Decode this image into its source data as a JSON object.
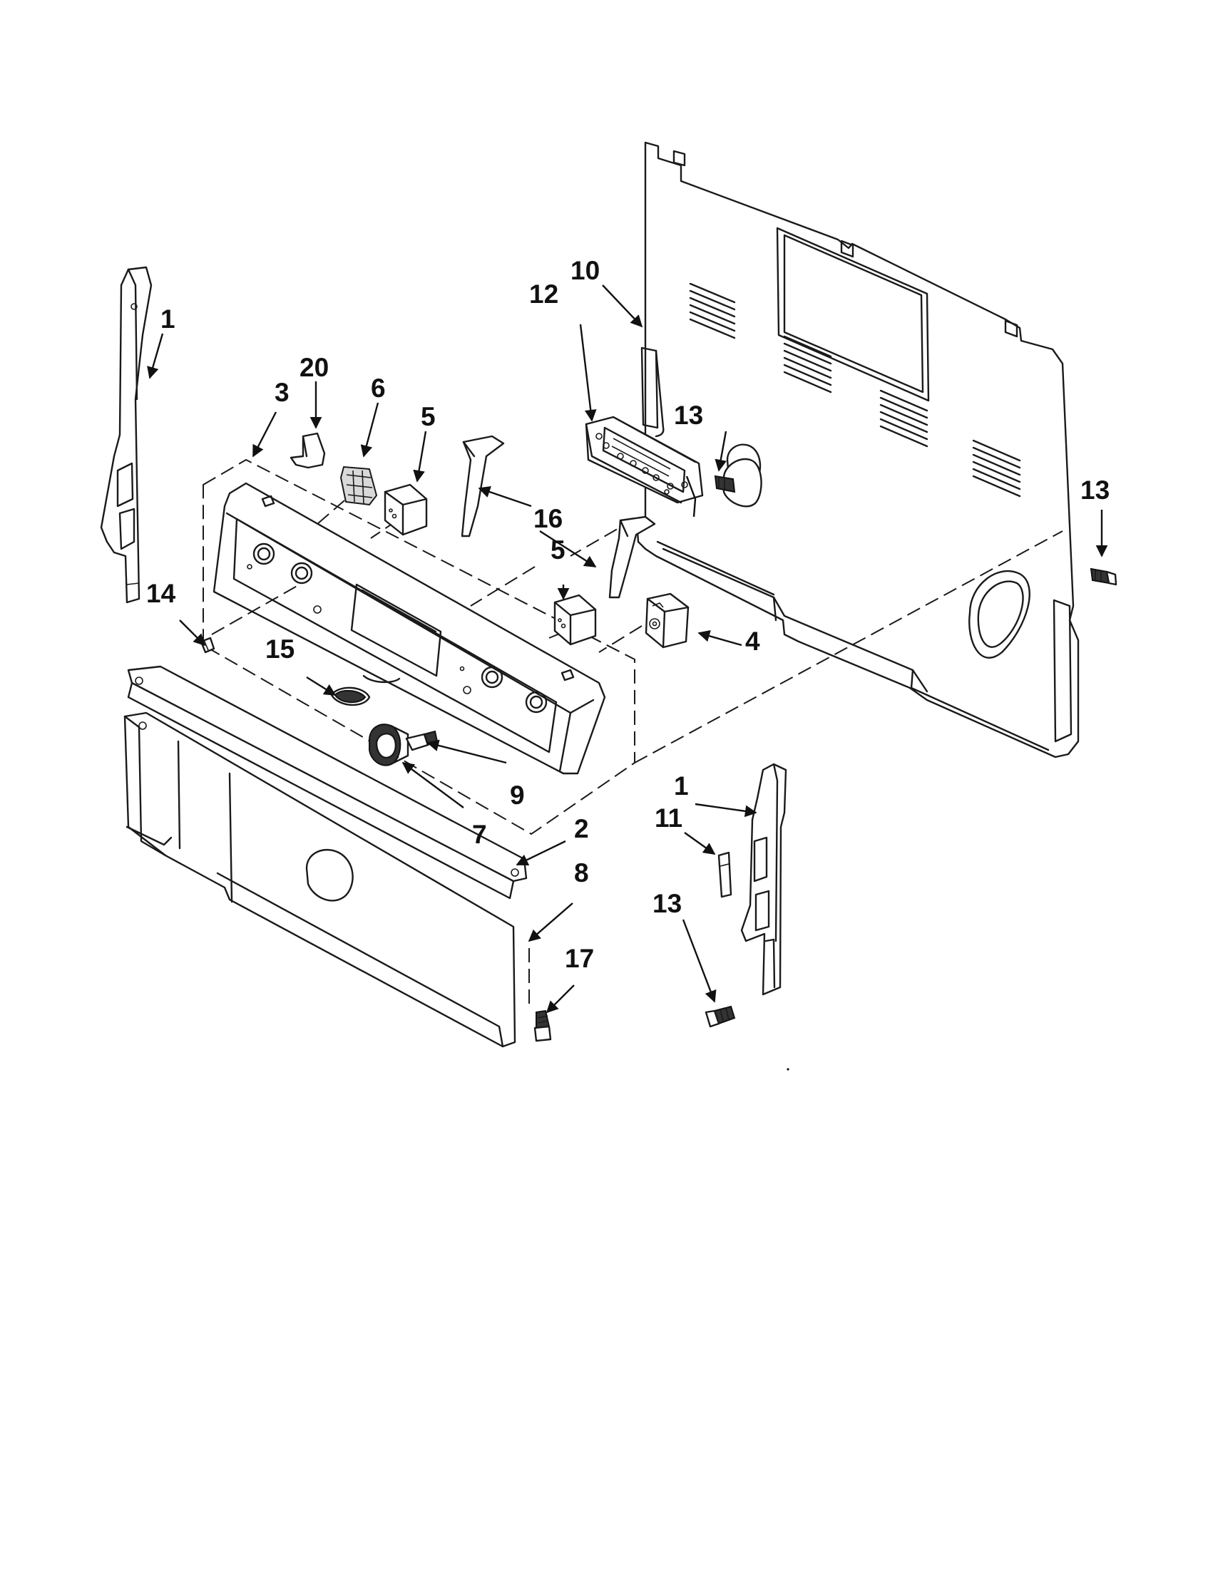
{
  "diagram": {
    "callouts": [
      {
        "id": "c1a",
        "text": "1"
      },
      {
        "id": "c1b",
        "text": "1"
      },
      {
        "id": "c2",
        "text": "2"
      },
      {
        "id": "c3",
        "text": "3"
      },
      {
        "id": "c4",
        "text": "4"
      },
      {
        "id": "c5a",
        "text": "5"
      },
      {
        "id": "c5b",
        "text": "5"
      },
      {
        "id": "c6",
        "text": "6"
      },
      {
        "id": "c7",
        "text": "7"
      },
      {
        "id": "c8",
        "text": "8"
      },
      {
        "id": "c9",
        "text": "9"
      },
      {
        "id": "c10",
        "text": "10"
      },
      {
        "id": "c11",
        "text": "11"
      },
      {
        "id": "c12",
        "text": "12"
      },
      {
        "id": "c13a",
        "text": "13"
      },
      {
        "id": "c13b",
        "text": "13"
      },
      {
        "id": "c13c",
        "text": "13"
      },
      {
        "id": "c14",
        "text": "14"
      },
      {
        "id": "c15",
        "text": "15"
      },
      {
        "id": "c16",
        "text": "16"
      },
      {
        "id": "c17",
        "text": "17"
      },
      {
        "id": "c20",
        "text": "20"
      }
    ]
  }
}
